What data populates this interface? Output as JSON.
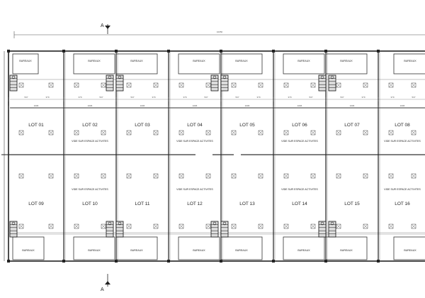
{
  "section": {
    "mark": "A"
  },
  "dimensions": {
    "overall": "10050",
    "bays": [
      "1006",
      "1006",
      "1006",
      "1006",
      "1006",
      "1006",
      "1006",
      "1006"
    ],
    "office_row": [
      "537",
      "379",
      "537",
      "379",
      "537",
      "379",
      "537",
      "379"
    ]
  },
  "rooms": {
    "bureaux_label": "BUREAUX",
    "void_label": "VIDE SUR ESPACE ACTIVITES"
  },
  "lots_top": [
    "LOT 01",
    "LOT 02",
    "LOT 03",
    "LOT 04",
    "LOT 05",
    "LOT 06",
    "LOT 07",
    "LOT 08"
  ],
  "lots_bottom": [
    "LOT 09",
    "LOT 10",
    "LOT 11",
    "LOT 12",
    "LOT 13",
    "LOT 14",
    "LOT 15",
    "LOT 16"
  ]
}
